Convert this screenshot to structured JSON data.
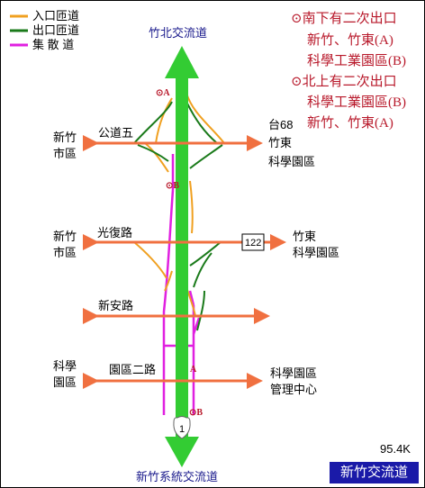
{
  "legend": [
    {
      "label": "入口匝道",
      "color": "#f0a020"
    },
    {
      "label": "出口匝道",
      "color": "#1a7a1a"
    },
    {
      "label": "集 散 道",
      "color": "#e020e0"
    }
  ],
  "colors": {
    "freeway": "#33cc33",
    "road": "#f07040",
    "entrance": "#f0a020",
    "exit": "#1a7a1a",
    "collector": "#e020e0",
    "note": "#b8182a"
  },
  "notes": {
    "south_title": "⊙南下有二次出口",
    "south_line1": "新竹、竹東(A)",
    "south_line2": "科學工業園區(B)",
    "north_title": "⊙北上有二次出口",
    "north_line1": "科學工業園區(B)",
    "north_line2": "新竹、竹東(A)"
  },
  "top_label": "竹北交流道",
  "bottom_label": "新竹系統交流道",
  "freeway_shield": "1",
  "roads": [
    {
      "name": "公道五",
      "left": [
        "新竹",
        "市區"
      ],
      "right": [
        "台68",
        "竹東",
        "科學園區"
      ]
    },
    {
      "name": "光復路",
      "left": [
        "新竹",
        "市區"
      ],
      "right": [
        "竹東",
        "科學園區"
      ],
      "shield": "122"
    },
    {
      "name": "新安路"
    },
    {
      "name": "園區二路",
      "left": [
        "科學",
        "園區"
      ],
      "right": [
        "科學園區",
        "管理中心"
      ]
    }
  ],
  "markers": {
    "a_top": "⊙A",
    "b_top": "⊙B",
    "a_bottom": "A",
    "b_bottom": "⊙B"
  },
  "file_size": "95.4K",
  "title": "新竹交流道"
}
